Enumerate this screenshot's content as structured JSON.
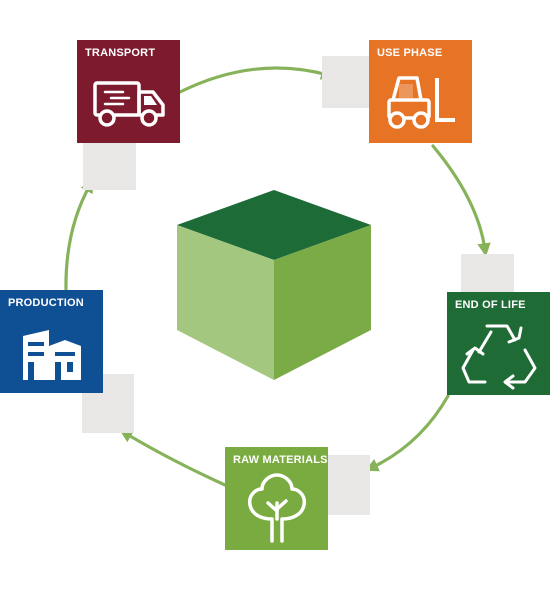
{
  "colors": {
    "transport": "#7d1a2d",
    "use_phase": "#e77325",
    "end_of_life": "#1f6b35",
    "raw_materials": "#7aab40",
    "production": "#0f4f94",
    "arrow": "#86b35a",
    "shadow": "#e9e7e5",
    "cube_top": "#1d6b36",
    "cube_left": "#a3c77e",
    "cube_right": "#7bab46"
  },
  "stages": [
    {
      "id": "transport",
      "label": "TRANSPORT",
      "icon": "truck-icon"
    },
    {
      "id": "use_phase",
      "label": "USE PHASE",
      "icon": "forklift-icon"
    },
    {
      "id": "end_of_life",
      "label": "END OF LIFE",
      "icon": "recycle-icon"
    },
    {
      "id": "raw_materials",
      "label": "RAW MATERIALS",
      "icon": "tree-icon"
    },
    {
      "id": "production",
      "label": "PRODUCTION",
      "icon": "factory-icon"
    }
  ]
}
